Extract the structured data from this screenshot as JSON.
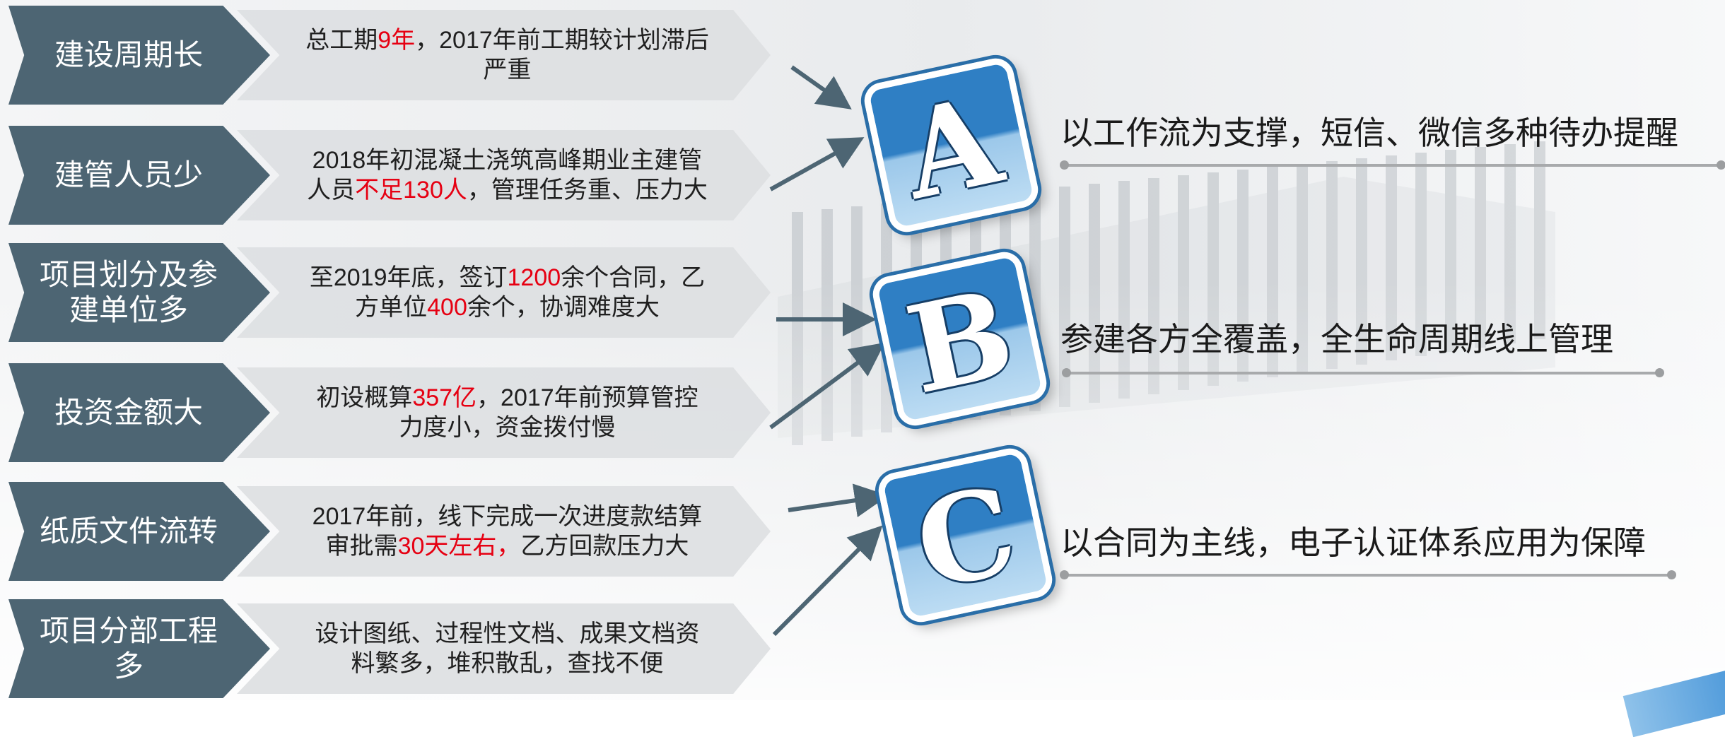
{
  "colors": {
    "tag_background": "#4d6573",
    "band_background": "#dee0e2",
    "highlight": "#e60012",
    "tile_blue": "#2f7fc4",
    "arrow": "#4d6573"
  },
  "problems": [
    {
      "label": "建设周期长",
      "desc": [
        "总工期",
        "9年",
        "，2017年前工期较计划滞后",
        "严重"
      ]
    },
    {
      "label": "建管人员少",
      "desc": [
        "2018年初混凝土浇筑高峰期业主建管",
        "人员",
        "不足130人",
        "，管理任务重、压力大"
      ]
    },
    {
      "label": "项目划分及参建单位多",
      "desc": [
        "至2019年底，签订",
        "1200",
        "余个合同，乙",
        "方单位",
        "400",
        "余个，协调难度大"
      ]
    },
    {
      "label": "投资金额大",
      "desc": [
        "初设概算",
        "357亿",
        "，2017年前预算管控",
        "力度小，资金拨付慢"
      ]
    },
    {
      "label": "纸质文件流转",
      "desc": [
        "2017年前，线下完成一次进度款结算",
        "审批需",
        "30天左右，",
        "乙方回款压力大"
      ]
    },
    {
      "label": "项目分部工程多",
      "desc": [
        "设计图纸、过程性文档、成果文档资",
        "料繁多，堆积散乱，查找不便"
      ]
    }
  ],
  "solutions": [
    {
      "letter": "A",
      "text": "以工作流为支撑，短信、微信多种待办提醒"
    },
    {
      "letter": "B",
      "text": "参建各方全覆盖，全生命周期线上管理"
    },
    {
      "letter": "C",
      "text": "以合同为主线，电子认证体系应用为保障"
    }
  ]
}
